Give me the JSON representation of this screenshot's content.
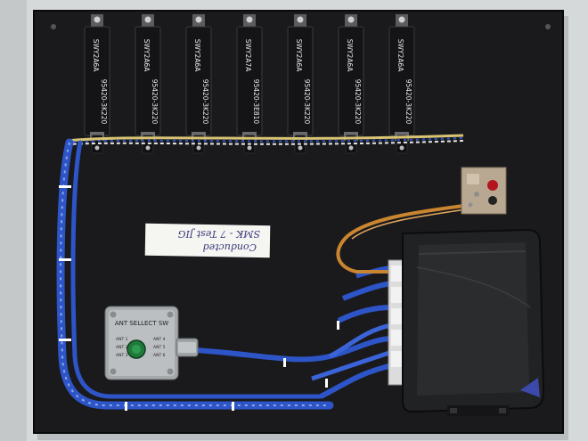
{
  "photo": {
    "modules": [
      {
        "part_number": "SWY2A6A",
        "model": "95420-3K220"
      },
      {
        "part_number": "SWY2A6A",
        "model": "95420-3K220"
      },
      {
        "part_number": "SWY2A6A",
        "model": "95420-3K220"
      },
      {
        "part_number": "SWY2A7A",
        "model": "95420-3E810"
      },
      {
        "part_number": "SWY2A6A",
        "model": "95420-3K220"
      },
      {
        "part_number": "SWY2A6A",
        "model": "95420-3K220"
      },
      {
        "part_number": "SWY2A6A",
        "model": "95420-3K220"
      }
    ],
    "handwritten_note": {
      "line1": "Conducted",
      "line2": "SMK - 7 Test JIG"
    },
    "selector_box": {
      "title": "ANT SELLECT SW",
      "labels_left": [
        "ANT 1",
        "ANT 2",
        "ANT 3"
      ],
      "labels_right": [
        "ANT 4",
        "ANT 5",
        "ANT 6"
      ]
    },
    "colors": {
      "background": "#d6d9da",
      "board": "#1a1a1c",
      "wire_blue": "#2d55c8",
      "wire_orange": "#c9852f",
      "module_body": "#141416"
    }
  }
}
